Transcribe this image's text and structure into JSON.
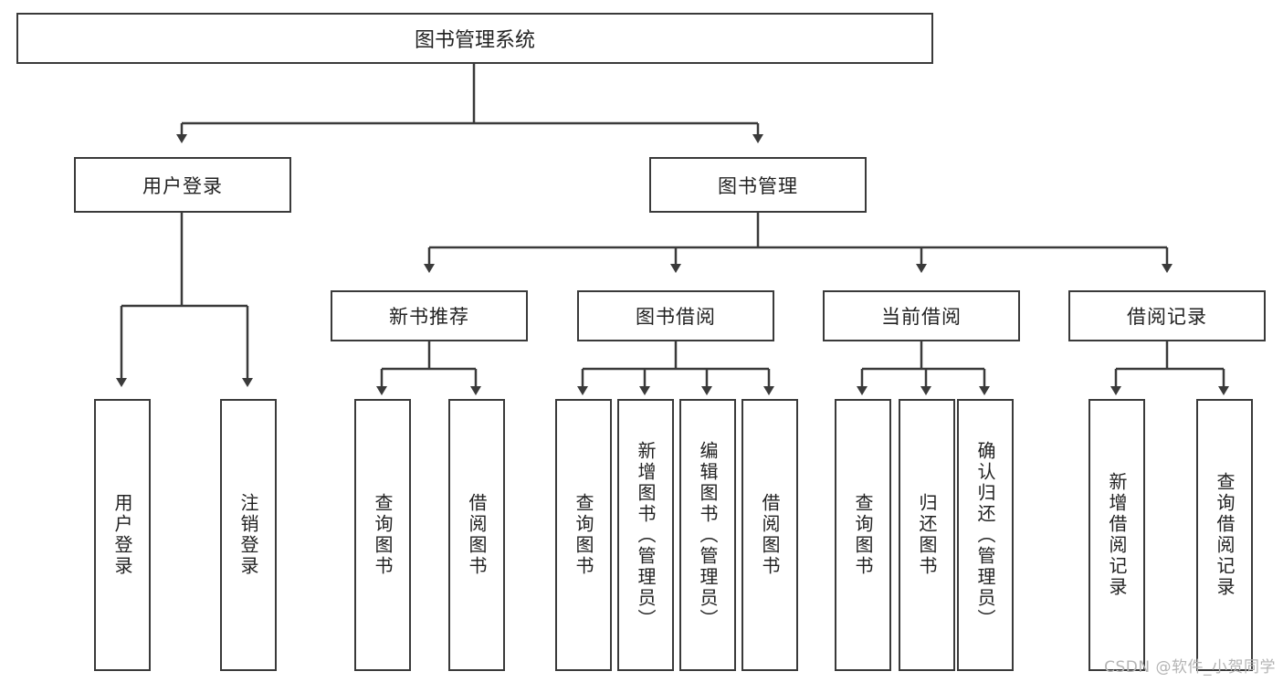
{
  "diagram": {
    "title": "图书管理系统",
    "type": "tree-hierarchy",
    "root": {
      "id": "root",
      "label": "图书管理系统"
    },
    "level2": [
      {
        "id": "user-login",
        "label": "用户登录"
      },
      {
        "id": "book-manage",
        "label": "图书管理"
      }
    ],
    "level3": [
      {
        "id": "new-book-rec",
        "label": "新书推荐",
        "parent": "book-manage"
      },
      {
        "id": "book-borrow",
        "label": "图书借阅",
        "parent": "book-manage"
      },
      {
        "id": "current-borrow",
        "label": "当前借阅",
        "parent": "book-manage"
      },
      {
        "id": "borrow-record",
        "label": "借阅记录",
        "parent": "book-manage"
      }
    ],
    "leaves": [
      {
        "id": "leaf-user-login",
        "label": "用户登录",
        "parent": "user-login"
      },
      {
        "id": "leaf-logout",
        "label": "注销登录",
        "parent": "user-login"
      },
      {
        "id": "leaf-query-book-1",
        "label": "查询图书",
        "parent": "new-book-rec"
      },
      {
        "id": "leaf-borrow-book-1",
        "label": "借阅图书",
        "parent": "new-book-rec"
      },
      {
        "id": "leaf-query-book-2",
        "label": "查询图书",
        "parent": "book-borrow"
      },
      {
        "id": "leaf-add-book",
        "label": "新增图书（管理员）",
        "parent": "book-borrow"
      },
      {
        "id": "leaf-edit-book",
        "label": "编辑图书（管理员）",
        "parent": "book-borrow"
      },
      {
        "id": "leaf-borrow-book-2",
        "label": "借阅图书",
        "parent": "book-borrow"
      },
      {
        "id": "leaf-query-book-3",
        "label": "查询图书",
        "parent": "current-borrow"
      },
      {
        "id": "leaf-return-book",
        "label": "归还图书",
        "parent": "current-borrow"
      },
      {
        "id": "leaf-confirm-return",
        "label": "确认归还（管理员）",
        "parent": "current-borrow"
      },
      {
        "id": "leaf-add-record",
        "label": "新增借阅记录",
        "parent": "borrow-record"
      },
      {
        "id": "leaf-query-record",
        "label": "查询借阅记录",
        "parent": "borrow-record"
      }
    ]
  },
  "watermark": {
    "text": "CSDN @软件_小贺同学"
  },
  "colors": {
    "stroke": "#3a3a3a",
    "background": "#ffffff",
    "text": "#222222",
    "watermark": "#b4b4b4"
  }
}
